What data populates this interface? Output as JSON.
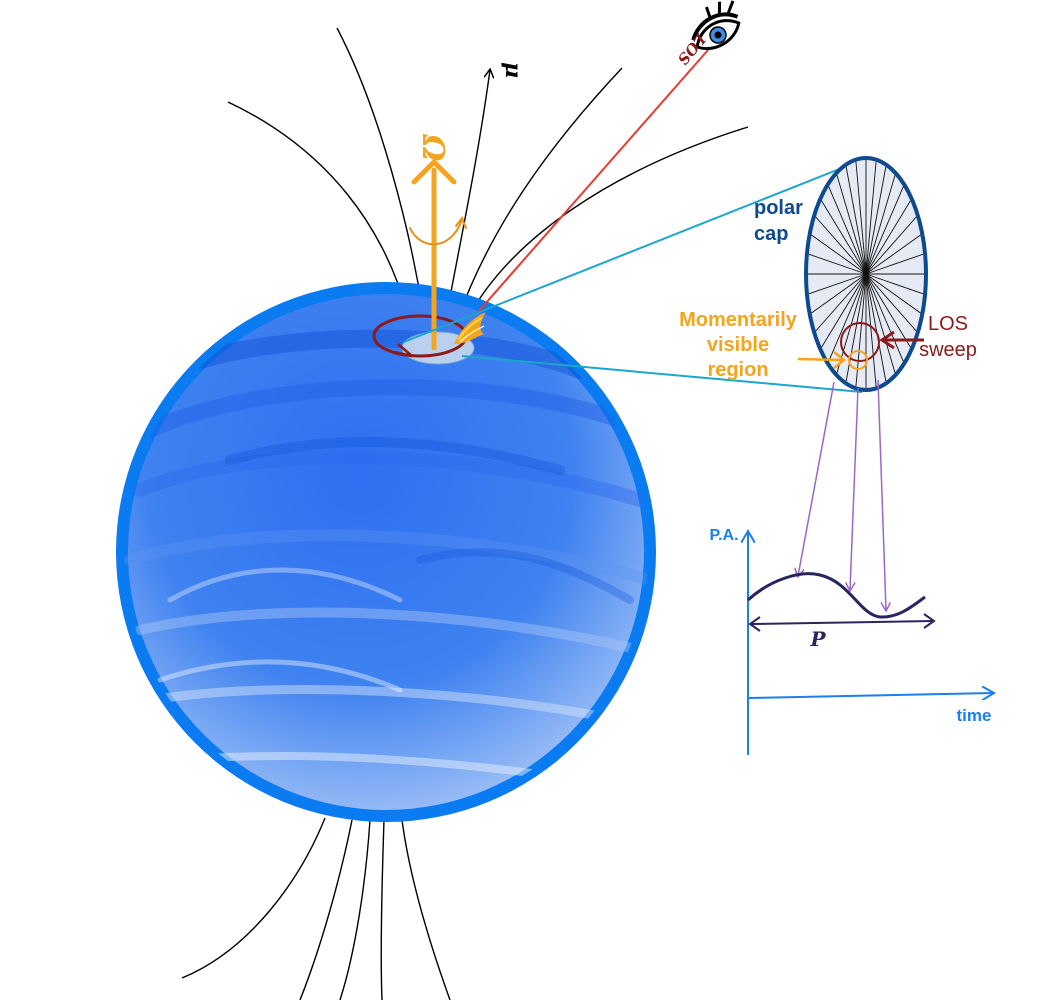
{
  "labels": {
    "omega_symbol": "Ω",
    "mu_symbol": "μ",
    "los_beam": "LOS",
    "polar_cap_line1": "polar",
    "polar_cap_line2": "cap",
    "visible_line1": "Momentarily",
    "visible_line2": "visible",
    "visible_line3": "region",
    "los_sweep_line1": "LOS",
    "los_sweep_line2": "sweep",
    "pa_axis": "P.A.",
    "time_axis": "time",
    "period_symbol": "P"
  },
  "colors": {
    "star_outer": "#0a7bf0",
    "star_fill": "#2e6ff0",
    "star_dark": "#0d4fd6",
    "rotation": "#f5a41e",
    "los_line": "#e63b2e",
    "los_text": "#8b1a1a",
    "polar_cap_edge": "#0e4a8f",
    "polar_cap_fill": "#e6eaf4",
    "cyan": "#1ba6cc",
    "sweep": "#8b1a1a",
    "purple": "#9a66cc",
    "curve": "#2a2560",
    "axis": "#1a7ff0",
    "field_line": "#000000"
  },
  "icons": {
    "observer": "eye-icon"
  }
}
